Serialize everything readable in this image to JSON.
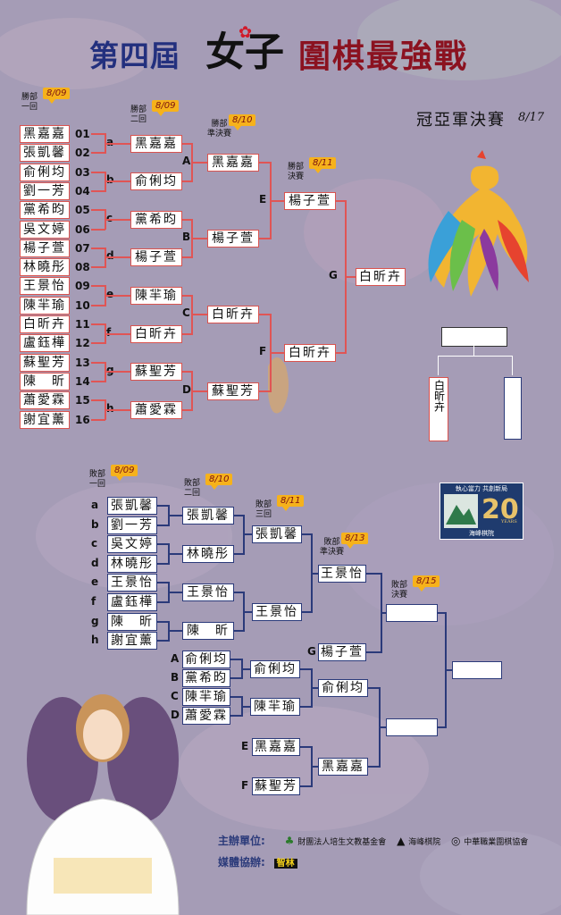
{
  "title": {
    "part1": "第四屆",
    "part2": "女子",
    "part3": "圍棋最強戰"
  },
  "finals": {
    "title": "冠亞軍決賽",
    "date": "8/17",
    "player": "白昕卉"
  },
  "winners": {
    "stages": {
      "r1": {
        "label": "勝部\n一回",
        "date": "8/09"
      },
      "r2": {
        "label": "勝部\n二回",
        "date": "8/09"
      },
      "qf": {
        "label": "勝部\n準決賽",
        "date": "8/10"
      },
      "sf": {
        "label": "勝部\n決賽",
        "date": "8/11"
      }
    },
    "players": [
      {
        "name": "黑嘉嘉",
        "num": "01"
      },
      {
        "name": "張凱馨",
        "num": "02"
      },
      {
        "name": "俞俐均",
        "num": "03"
      },
      {
        "name": "劉一芳",
        "num": "04"
      },
      {
        "name": "黨希昀",
        "num": "05"
      },
      {
        "name": "吳文婷",
        "num": "06"
      },
      {
        "name": "楊子萱",
        "num": "07"
      },
      {
        "name": "林曉彤",
        "num": "08"
      },
      {
        "name": "王景怡",
        "num": "09"
      },
      {
        "name": "陳羋瑜",
        "num": "10"
      },
      {
        "name": "白昕卉",
        "num": "11"
      },
      {
        "name": "盧鈺樺",
        "num": "12"
      },
      {
        "name": "蘇聖芳",
        "num": "13"
      },
      {
        "name": "陳　昕",
        "num": "14"
      },
      {
        "name": "蕭愛霖",
        "num": "15"
      },
      {
        "name": "謝宜薰",
        "num": "16"
      }
    ],
    "r2": [
      {
        "letter": "a",
        "name": "黑嘉嘉"
      },
      {
        "letter": "b",
        "name": "俞俐均"
      },
      {
        "letter": "c",
        "name": "黨希昀"
      },
      {
        "letter": "d",
        "name": "楊子萱"
      },
      {
        "letter": "e",
        "name": "陳羋瑜"
      },
      {
        "letter": "f",
        "name": "白昕卉"
      },
      {
        "letter": "g",
        "name": "蘇聖芳"
      },
      {
        "letter": "h",
        "name": "蕭愛霖"
      }
    ],
    "qf": [
      {
        "letter": "A",
        "name": "黑嘉嘉"
      },
      {
        "letter": "B",
        "name": "楊子萱"
      },
      {
        "letter": "C",
        "name": "白昕卉"
      },
      {
        "letter": "D",
        "name": "蘇聖芳"
      }
    ],
    "sf": [
      {
        "letter": "E",
        "name": "楊子萱"
      },
      {
        "letter": "F",
        "name": "白昕卉"
      }
    ],
    "final": {
      "letter": "G",
      "name": "白昕卉"
    }
  },
  "losers": {
    "stages": {
      "r1": {
        "label": "敗部\n一回",
        "date": "8/09"
      },
      "r2": {
        "label": "敗部\n二回",
        "date": "8/10"
      },
      "r3": {
        "label": "敗部\n三回",
        "date": "8/11"
      },
      "sf": {
        "label": "敗部\n準決賽",
        "date": "8/13"
      },
      "final": {
        "label": "敗部\n決賽",
        "date": "8/15"
      }
    },
    "r1": [
      {
        "letter": "a",
        "name": "張凱馨"
      },
      {
        "letter": "b",
        "name": "劉一芳"
      },
      {
        "letter": "c",
        "name": "吳文婷"
      },
      {
        "letter": "d",
        "name": "林曉彤"
      },
      {
        "letter": "e",
        "name": "王景怡"
      },
      {
        "letter": "f",
        "name": "盧鈺樺"
      },
      {
        "letter": "g",
        "name": "陳　昕"
      },
      {
        "letter": "h",
        "name": "謝宜薰"
      }
    ],
    "r2": [
      "張凱馨",
      "林曉彤",
      "王景怡",
      "陳　昕"
    ],
    "r3": [
      "張凱馨",
      "王景怡"
    ],
    "sf_top": "王景怡",
    "g_entry": {
      "letter": "G",
      "name": "楊子萱"
    },
    "lower_r1": [
      {
        "letter": "A",
        "name": "俞俐均"
      },
      {
        "letter": "B",
        "name": "黨希昀"
      },
      {
        "letter": "C",
        "name": "陳羋瑜"
      },
      {
        "letter": "D",
        "name": "蕭愛霖"
      }
    ],
    "lower_r2": [
      "俞俐均",
      "陳羋瑜"
    ],
    "lower_r3": "俞俐均",
    "ef": [
      {
        "letter": "E",
        "name": "黑嘉嘉"
      },
      {
        "letter": "F",
        "name": "蘇聖芳"
      }
    ],
    "ef_winner": "黑嘉嘉"
  },
  "logo": {
    "top_text": "執心當力 共創新局",
    "number": "20",
    "suffix": "YEARS",
    "bottom_text": "海峰棋院"
  },
  "sponsors": {
    "host_label": "主辦單位:",
    "host": [
      "財團法人培生文教基金會",
      "海峰棋院",
      "中華職業圍棋協會"
    ],
    "media_label": "媒體協辦:",
    "media": "智林"
  },
  "colors": {
    "winner_line": "#e05555",
    "loser_line": "#2b3a7a",
    "date_tag": "#f6b21b",
    "title_blue": "#23307e",
    "title_red": "#8b1220"
  }
}
